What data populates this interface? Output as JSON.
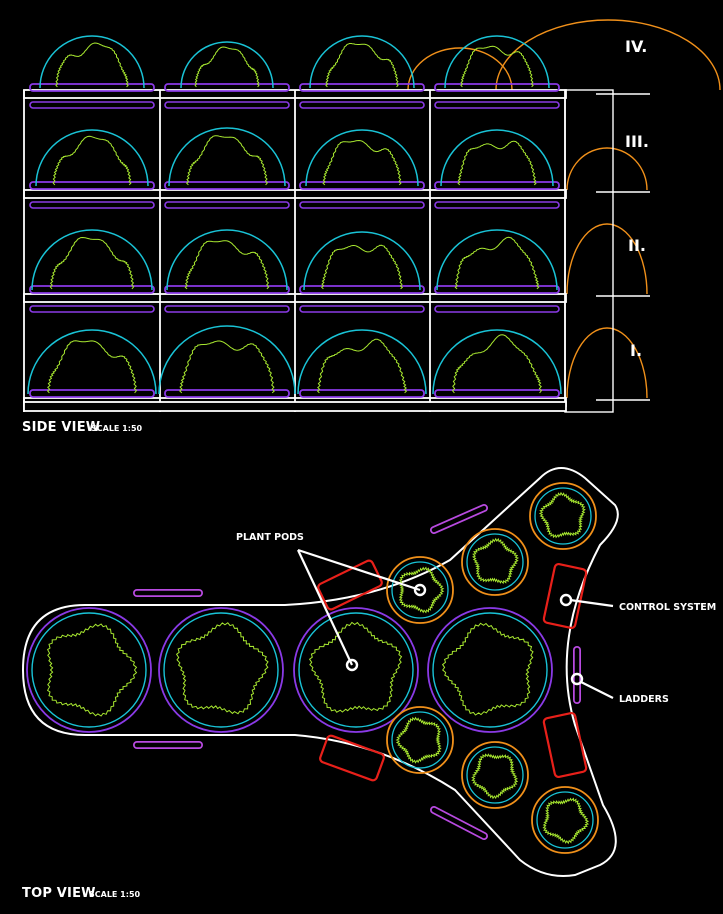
{
  "side_view": {
    "caption": "SIDE VIEW",
    "scale": "SCALE 1:50",
    "levels": [
      "IV.",
      "III.",
      "II.",
      "I."
    ]
  },
  "top_view": {
    "caption": "TOP VIEW",
    "scale": "SCALE 1:50",
    "labels": {
      "plant_pods": "PLANT PODS",
      "control_system": "CONTROL SYSTEM",
      "ladders": "LADDERS"
    }
  },
  "colors": {
    "background": "#000000",
    "frame": "#ffffff",
    "dome": "#19c3d6",
    "foliage": "#a8e830",
    "tray": "#8a3ae6",
    "pod_orange": "#f0901a",
    "control_red": "#e8201a",
    "ladder": "#b84ae0"
  }
}
